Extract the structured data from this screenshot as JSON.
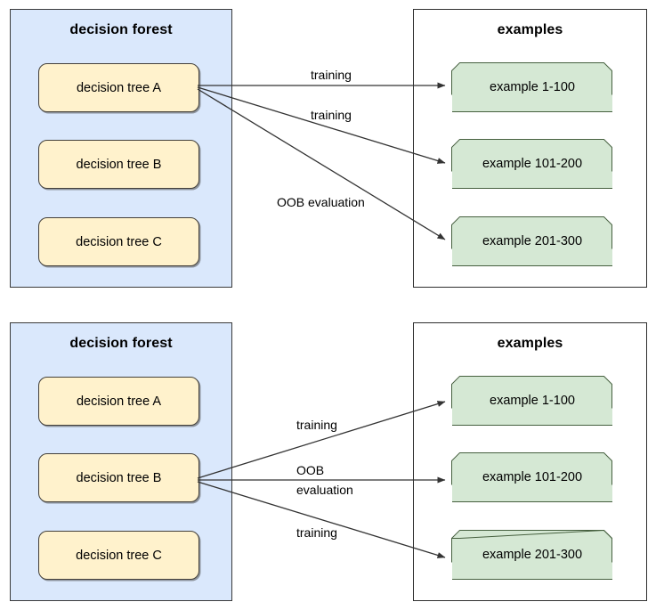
{
  "diagrams": [
    {
      "id": "top",
      "forest": {
        "title": "decision forest",
        "trees": [
          {
            "label": "decision tree A"
          },
          {
            "label": "decision tree B"
          },
          {
            "label": "decision tree C"
          }
        ]
      },
      "examples": {
        "title": "examples",
        "items": [
          {
            "label": "example 1-100"
          },
          {
            "label": "example 101-200"
          },
          {
            "label": "example 201-300"
          }
        ]
      },
      "edges": [
        {
          "from": "decision tree A",
          "to": "example 1-100",
          "label": "training"
        },
        {
          "from": "decision tree A",
          "to": "example 101-200",
          "label": "training"
        },
        {
          "from": "decision tree A",
          "to": "example 201-300",
          "label": "OOB evaluation"
        }
      ]
    },
    {
      "id": "bottom",
      "forest": {
        "title": "decision forest",
        "trees": [
          {
            "label": "decision tree A"
          },
          {
            "label": "decision tree B"
          },
          {
            "label": "decision tree C"
          }
        ]
      },
      "examples": {
        "title": "examples",
        "items": [
          {
            "label": "example 1-100"
          },
          {
            "label": "example 101-200"
          },
          {
            "label": "example 201-300"
          }
        ]
      },
      "edges": [
        {
          "from": "decision tree B",
          "to": "example 1-100",
          "label": "training"
        },
        {
          "from": "decision tree B",
          "to": "example 101-200",
          "label": "OOB evaluation",
          "label_line1": "OOB",
          "label_line2": "evaluation"
        },
        {
          "from": "decision tree B",
          "to": "example 201-300",
          "label": "training"
        }
      ]
    }
  ],
  "colors": {
    "forest_panel_fill": "#dae8fc",
    "tree_box_fill": "#fff2cc",
    "example_box_fill": "#d5e8d4",
    "panel_border": "#2f2f2f",
    "arrow_stroke": "#333333",
    "background": "#ffffff"
  },
  "labels": {
    "top_edge_0": "training",
    "top_edge_1": "training",
    "top_edge_2": "OOB evaluation",
    "bottom_edge_0": "training",
    "bottom_edge_1a": "OOB",
    "bottom_edge_1b": "evaluation",
    "bottom_edge_2": "training"
  }
}
